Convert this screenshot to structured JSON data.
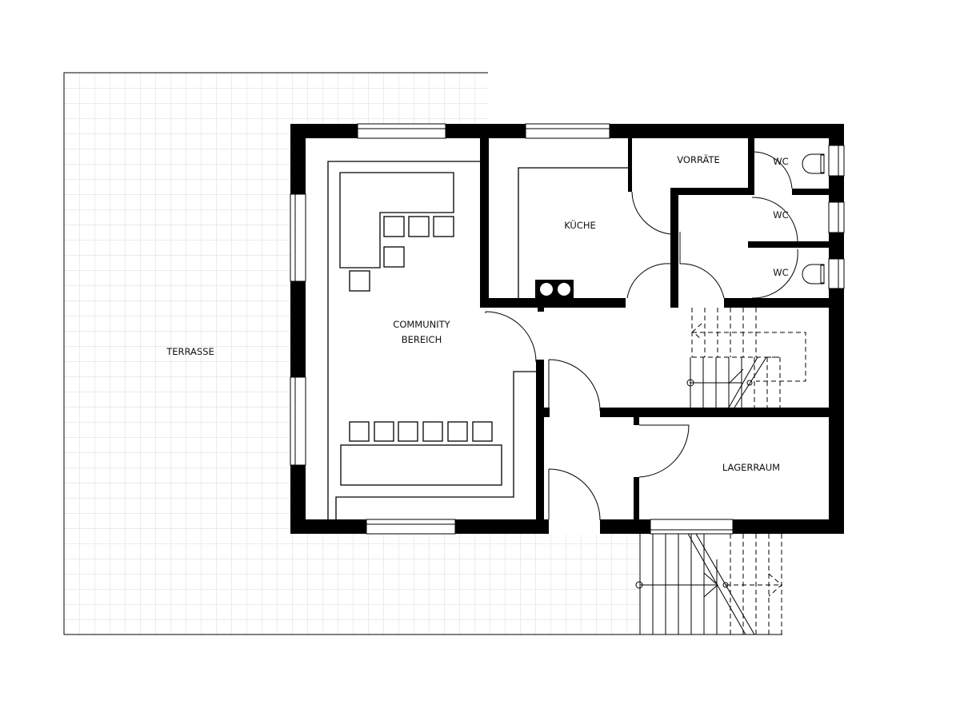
{
  "plan": {
    "rooms": {
      "terrace": "TERRASSE",
      "community_line1": "COMMUNITY",
      "community_line2": "BEREICH",
      "kitchen": "KÜCHE",
      "pantry": "VORRÄTE",
      "wc1": "WC",
      "wc2": "WC",
      "wc3": "WC",
      "storage": "LAGERRAUM"
    },
    "colors": {
      "wall": "#000000",
      "grid": "#d9d9d9",
      "background": "#ffffff"
    }
  }
}
